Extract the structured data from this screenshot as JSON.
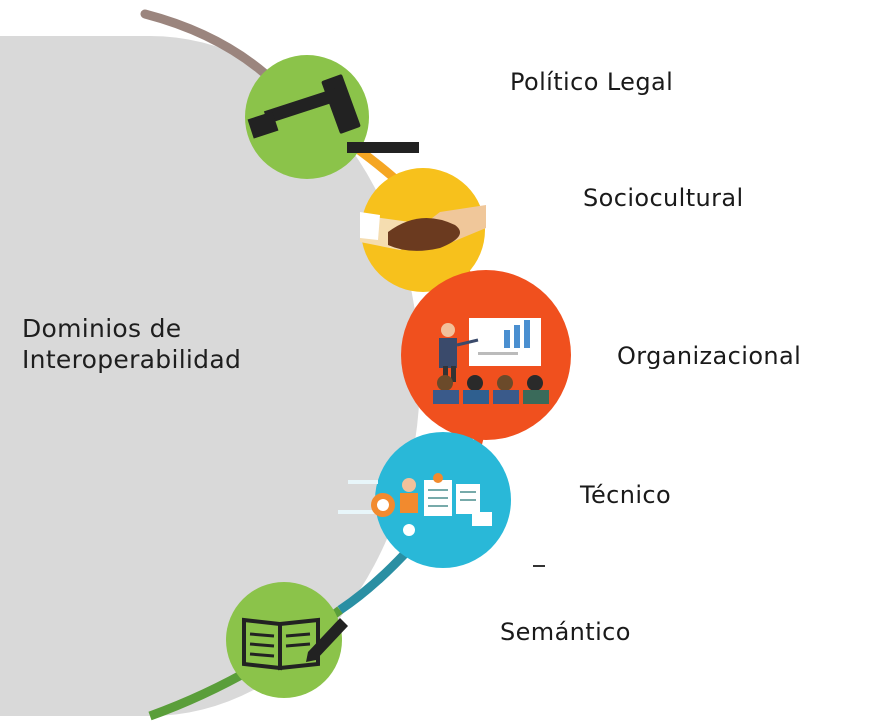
{
  "center": {
    "line1": "Dominios de",
    "line2": "Interoperabilidad",
    "color": "#d9d9d9"
  },
  "domains": [
    {
      "label": "Político Legal",
      "icon": "gavel-icon",
      "color": "#8bc34a"
    },
    {
      "label": "Sociocultural",
      "icon": "handshake-icon",
      "color": "#f7c11c"
    },
    {
      "label": "Organizacional",
      "icon": "presentation-icon",
      "color": "#f0501e"
    },
    {
      "label": "Técnico",
      "icon": "tech-workflow-icon",
      "color": "#29b8d8"
    },
    {
      "label": "Semántico",
      "icon": "book-pen-icon",
      "color": "#8bc34a"
    }
  ],
  "arc_colors": [
    "#9b857e",
    "#f5a623",
    "#f0501e",
    "#2a8fa3",
    "#5a9e3a"
  ],
  "extra_mark": "–"
}
